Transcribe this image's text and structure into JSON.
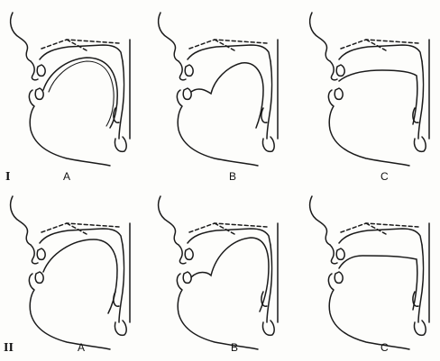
{
  "row_labels": [
    "I",
    "II"
  ],
  "panel_labels": [
    "A",
    "B",
    "C"
  ],
  "colors": {
    "ink": "#1a1a1a",
    "paper": "#fdfdfb"
  },
  "figure_description_icons": [
    "sagittal-vocal-tract-icon"
  ]
}
